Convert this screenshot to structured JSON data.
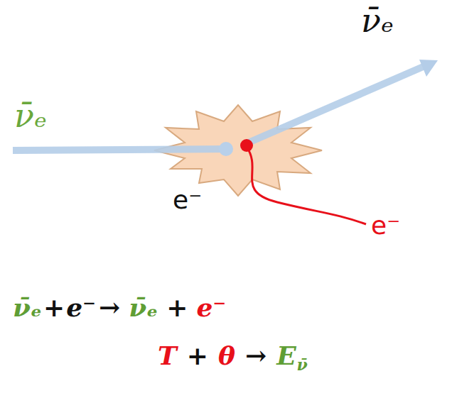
{
  "diagram": {
    "labels": [
      "ν̄ₑ",
      "ν̄ₑ",
      "e⁻",
      "e⁻",
      "ν̄ₑ",
      "+",
      "e⁻",
      "→",
      "ν̄ₑ",
      "+",
      "e⁻",
      "T",
      "+",
      "θ",
      "→",
      "E",
      "ν̄"
    ]
  }
}
